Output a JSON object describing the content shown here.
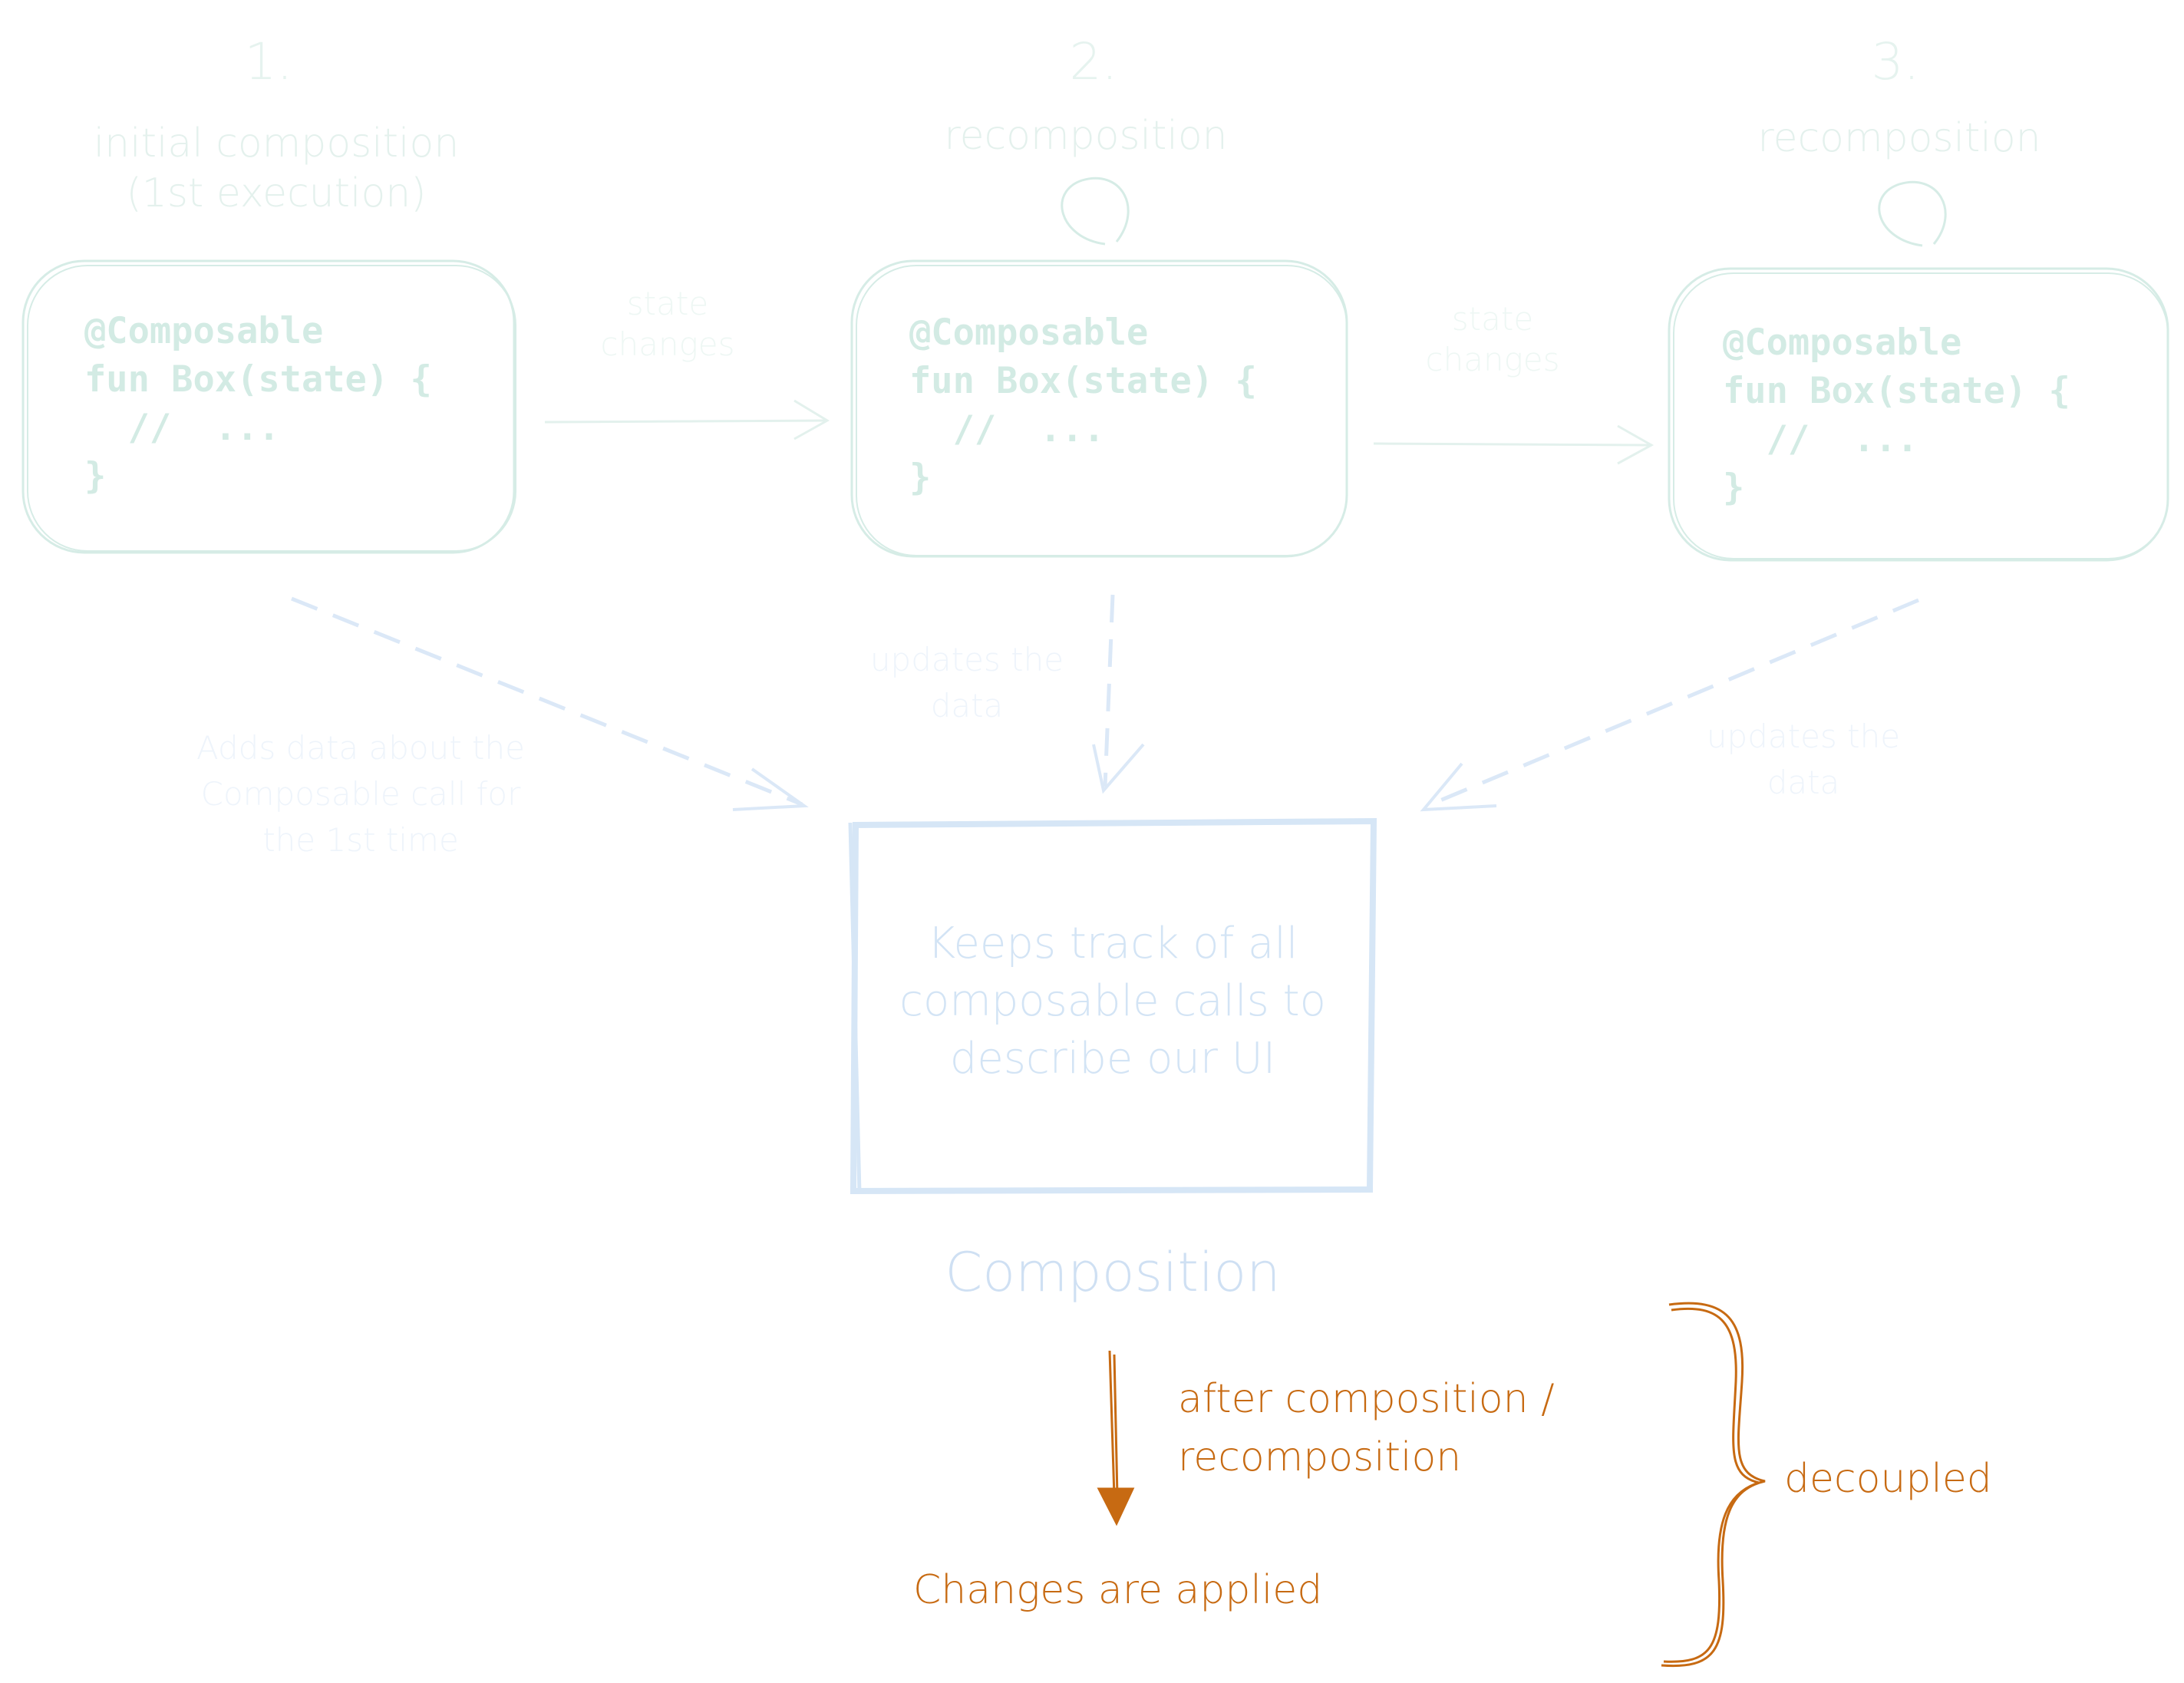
{
  "steps": [
    {
      "number": "1.",
      "caption": [
        "initial composition",
        "(1st execution)"
      ],
      "code": [
        "@Composable",
        "fun Box(state) {",
        "  //  ...",
        "}"
      ]
    },
    {
      "number": "2.",
      "caption": [
        "recomposition"
      ],
      "code": [
        "@Composable",
        "fun Box(state) {",
        "  //  ...",
        "}"
      ]
    },
    {
      "number": "3.",
      "caption": [
        "recomposition"
      ],
      "code": [
        "@Composable",
        "fun Box(state) {",
        "  //  ...",
        "}"
      ]
    }
  ],
  "transitions": {
    "state_changes_1": [
      "state",
      "changes"
    ],
    "state_changes_2": [
      "state",
      "changes"
    ]
  },
  "data_arrows": {
    "left": [
      "Adds data about the",
      "Composable call for",
      "the 1st time"
    ],
    "middle": [
      "updates the",
      "data"
    ],
    "right": [
      "updates the",
      "data"
    ]
  },
  "composition": {
    "body": [
      "Keeps track of all",
      "composable calls to",
      "describe our UI"
    ],
    "title": "Composition"
  },
  "apply": {
    "arrow_label": [
      "after composition /",
      "recomposition"
    ],
    "result": "Changes are applied",
    "brace_label": "decoupled"
  },
  "colors": {
    "green_faint": "#d6ece6",
    "blue_faint": "#d6e6f6",
    "orange": "#c76a12"
  }
}
